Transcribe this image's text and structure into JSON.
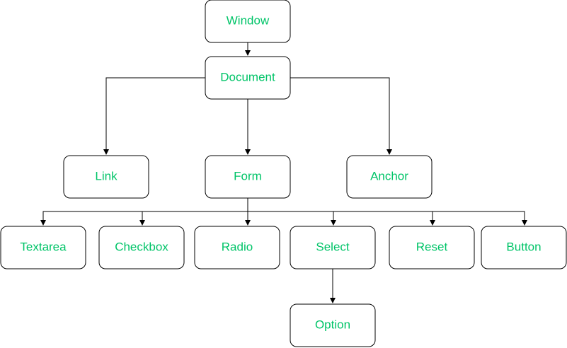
{
  "colors": {
    "label": "#00c468",
    "stroke": "#000000",
    "background": "#ffffff"
  },
  "nodes": {
    "window": "Window",
    "document": "Document",
    "link": "Link",
    "form": "Form",
    "anchor": "Anchor",
    "textarea": "Textarea",
    "checkbox": "Checkbox",
    "radio": "Radio",
    "select": "Select",
    "reset": "Reset",
    "button": "Button",
    "option": "Option"
  },
  "edges": [
    [
      "window",
      "document"
    ],
    [
      "document",
      "link"
    ],
    [
      "document",
      "form"
    ],
    [
      "document",
      "anchor"
    ],
    [
      "form",
      "textarea"
    ],
    [
      "form",
      "checkbox"
    ],
    [
      "form",
      "radio"
    ],
    [
      "form",
      "select"
    ],
    [
      "form",
      "reset"
    ],
    [
      "form",
      "button"
    ],
    [
      "select",
      "option"
    ]
  ]
}
